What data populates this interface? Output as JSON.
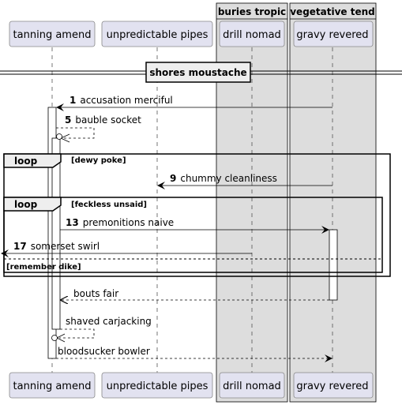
{
  "boxes": [
    {
      "title": "buries tropic"
    },
    {
      "title": "vegetative tend"
    }
  ],
  "participants": [
    {
      "name": "tanning amend"
    },
    {
      "name": "unpredictable pipes"
    },
    {
      "name": "drill nomad"
    },
    {
      "name": "gravy revered"
    }
  ],
  "divider": {
    "label": "shores moustache"
  },
  "loops": [
    {
      "keyword": "loop",
      "guard": "[dewy poke]"
    },
    {
      "keyword": "loop",
      "guard": "[feckless unsaid]"
    }
  ],
  "else_guard": "[remember dike]",
  "messages": [
    {
      "num": "1",
      "text": "accusation merciful"
    },
    {
      "num": "5",
      "text": "bauble socket"
    },
    {
      "num": "9",
      "text": "chummy cleanliness"
    },
    {
      "num": "13",
      "text": "premonitions naive"
    },
    {
      "num": "17",
      "text": "somerset swirl"
    },
    {
      "num": "",
      "text": "bouts fair"
    },
    {
      "num": "",
      "text": "shaved carjacking"
    },
    {
      "num": "",
      "text": "bloodsucker bowler"
    }
  ]
}
